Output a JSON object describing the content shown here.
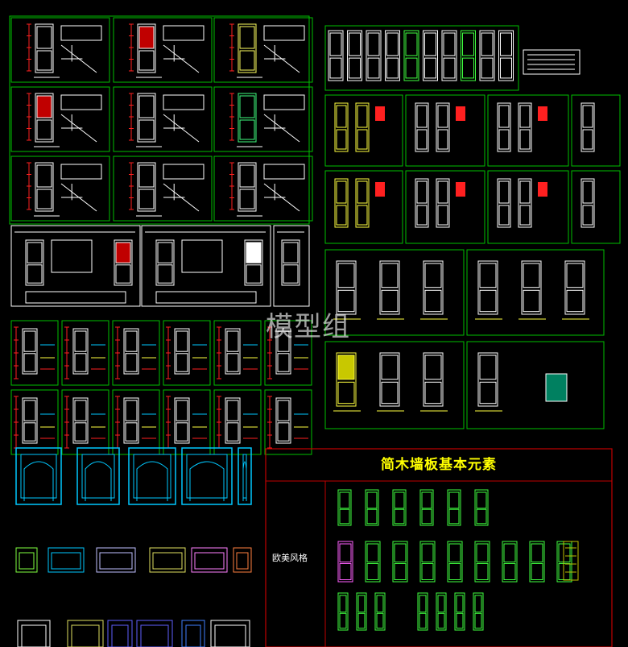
{
  "title": "简木墙板基本元素",
  "style_label": "欧美风格",
  "watermark": "模型组",
  "colors": {
    "background": "#000000",
    "frame": "#00c000",
    "red_frame": "#c00000",
    "title": "#ffff00",
    "cyan": "#00c8ff",
    "green": "#40ff40",
    "yellow": "#ffff40",
    "red": "#ff2020"
  }
}
